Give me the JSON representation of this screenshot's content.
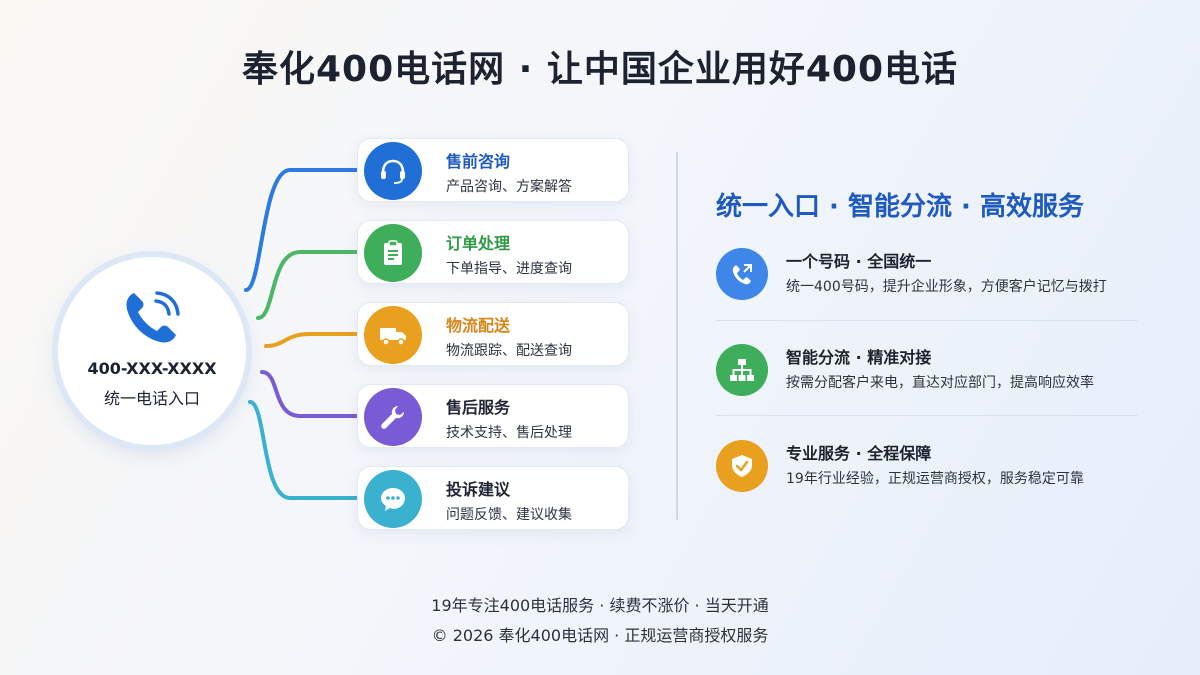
{
  "header": {
    "title": "奉化400电话网 · 让中国企业用好400电话"
  },
  "hub": {
    "number": "400-XXX-XXXX",
    "label": "统一电话入口",
    "icon": "phone-icon",
    "color": "#1f6fd6"
  },
  "services": [
    {
      "title": "售前咨询",
      "subtitle": "产品咨询、方案解答",
      "icon": "headset-icon",
      "color": "#1f6fd6",
      "title_color": "#1f5bbf"
    },
    {
      "title": "订单处理",
      "subtitle": "下单指导、进度查询",
      "icon": "clipboard-icon",
      "color": "#3fae5a",
      "title_color": "#2f9a46"
    },
    {
      "title": "物流配送",
      "subtitle": "物流跟踪、配送查询",
      "icon": "truck-icon",
      "color": "#eaa01f",
      "title_color": "#d8861a"
    },
    {
      "title": "售后服务",
      "subtitle": "技术支持、售后处理",
      "icon": "wrench-icon",
      "color": "#7a5bd6",
      "title_color": "#1d2230"
    },
    {
      "title": "投诉建议",
      "subtitle": "问题反馈、建议收集",
      "icon": "chat-bubble-icon",
      "color": "#3ab1cf",
      "title_color": "#1d2230"
    }
  ],
  "right": {
    "title": "统一入口 · 智能分流 · 高效服务",
    "features": [
      {
        "title": "一个号码 · 全国统一",
        "desc": "统一400号码，提升企业形象，方便客户记忆与拨打",
        "icon": "phone-call-icon",
        "color": "#3e86e8"
      },
      {
        "title": "智能分流 · 精准对接",
        "desc": "按需分配客户来电，直达对应部门，提高响应效率",
        "icon": "org-chart-icon",
        "color": "#3fae5a"
      },
      {
        "title": "专业服务 · 全程保障",
        "desc": "19年行业经验，正规运营商授权，服务稳定可靠",
        "icon": "shield-check-icon",
        "color": "#eaa01f"
      }
    ]
  },
  "footer": {
    "line1": "19年专注400电话服务 · 续费不涨价 · 当天开通",
    "line2": "© 2026 奉化400电话网 · 正规运营商授权服务"
  }
}
